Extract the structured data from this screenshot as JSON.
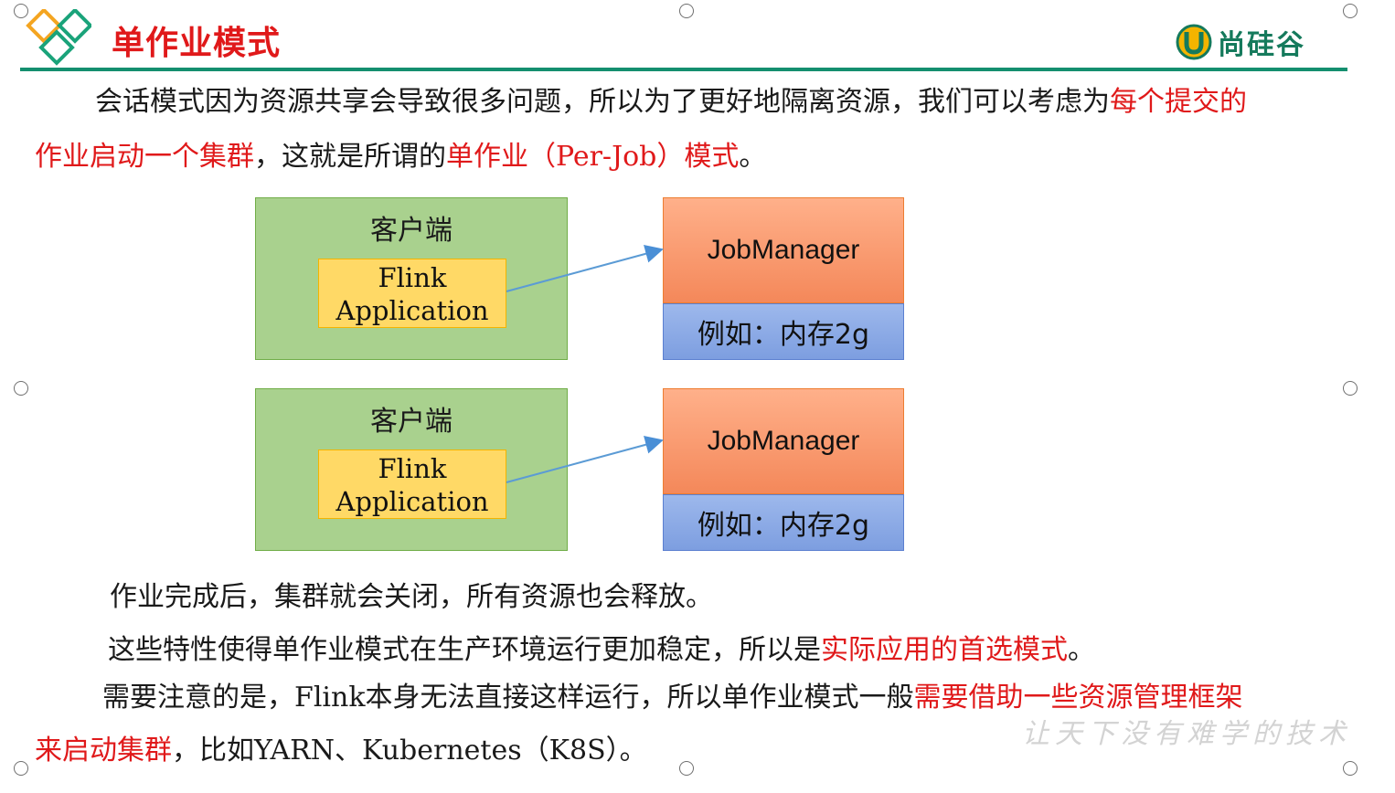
{
  "header": {
    "title": "单作业模式",
    "brand_name": "尚硅谷"
  },
  "intro": {
    "line1_plain": "会话模式因为资源共享会导致很多问题，所以为了更好地隔离资源，我们可以考虑为",
    "line1_red": "每个提交的",
    "line2_red_a": "作业启动一个集群",
    "line2_plain": "，这就是所谓的",
    "line2_red_b": "单作业（Per-Job）模式",
    "line2_end": "。"
  },
  "diagram": {
    "groups": [
      {
        "client_label": "客户端",
        "app_line1": "Flink",
        "app_line2": "Application",
        "jobmanager_label": "JobManager",
        "memory_label": "例如：内存2g"
      },
      {
        "client_label": "客户端",
        "app_line1": "Flink",
        "app_line2": "Application",
        "jobmanager_label": "JobManager",
        "memory_label": "例如：内存2g"
      }
    ]
  },
  "body": {
    "p1": "作业完成后，集群就会关闭，所有资源也会释放。",
    "p2_plain": "这些特性使得单作业模式在生产环境运行更加稳定，所以是",
    "p2_red": "实际应用的首选模式",
    "p2_end": "。",
    "p3_plain": "需要注意的是，Flink本身无法直接这样运行，所以单作业模式一般",
    "p3_red": "需要借助一些资源管理框架",
    "p4_red": "来启动集群",
    "p4_plain": "，比如YARN、Kubernetes（K8S）。"
  },
  "watermark": "让天下没有难学的技术",
  "colors": {
    "title_red": "#e0191a",
    "rule_green": "#148f6f",
    "client_green": "#a9d18e",
    "app_yellow": "#ffd966",
    "jobmanager_orange": "#f4885a",
    "memory_blue": "#7d9ee0",
    "arrow_blue": "#5b9bd5"
  }
}
